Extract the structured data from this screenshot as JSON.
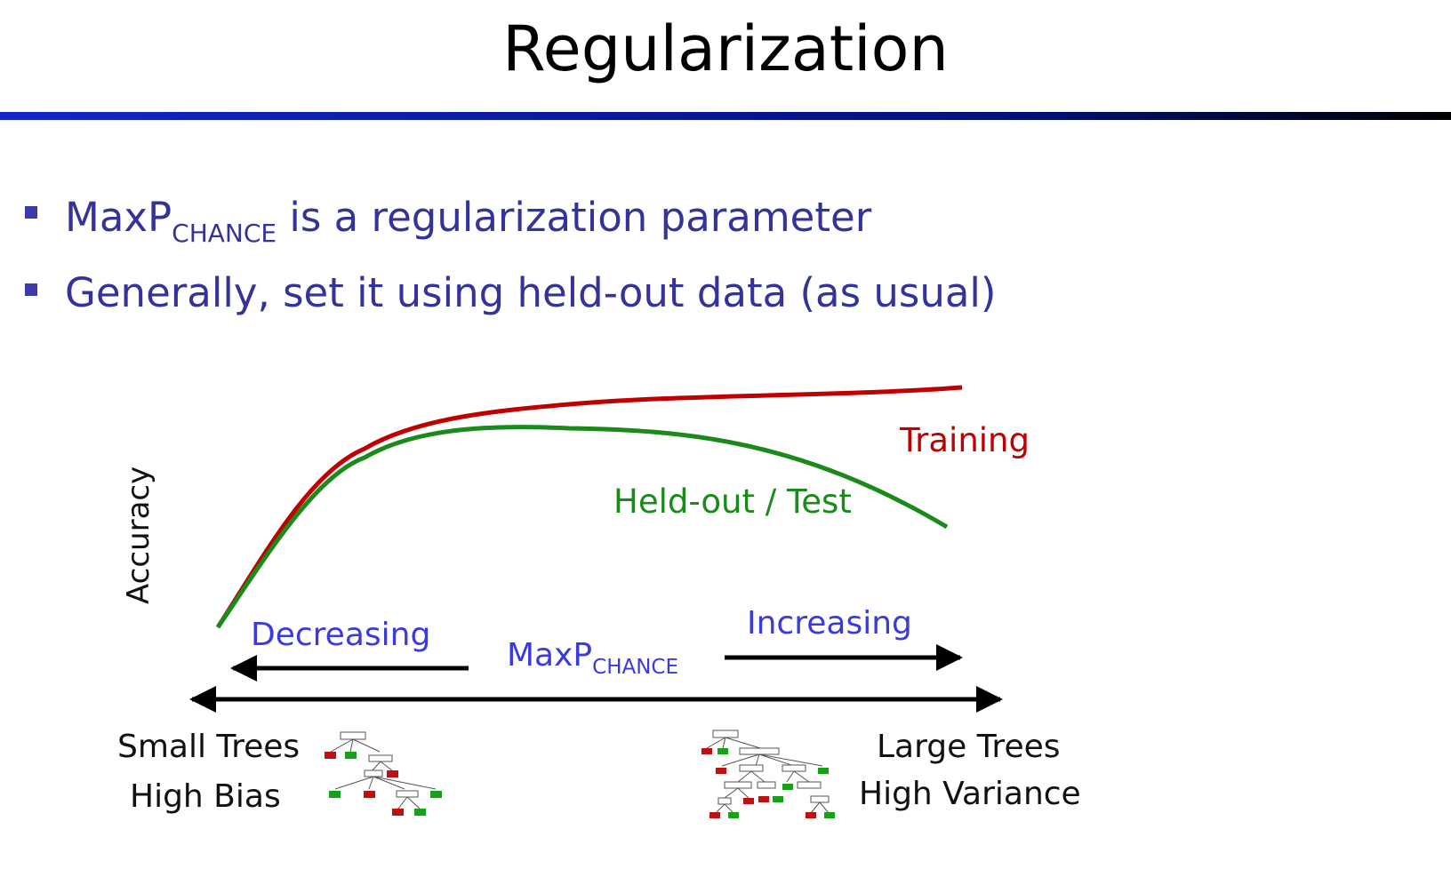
{
  "title": "Regularization",
  "bullets": [
    {
      "main": "MaxP",
      "sub": "CHANCE",
      "rest": " is a regularization parameter"
    },
    {
      "main": "Generally, set it using held-out data (as usual)"
    }
  ],
  "diagram": {
    "y_axis_label": "Accuracy",
    "curve_training_label": "Training",
    "curve_test_label": "Held-out / Test",
    "param_main": "MaxP",
    "param_sub": "CHANCE",
    "left_arrow_label": "Decreasing",
    "right_arrow_label": "Increasing",
    "left_end": {
      "line1": "Small Trees",
      "line2": "High Bias"
    },
    "right_end": {
      "line1": "Large Trees",
      "line2": "High Variance"
    },
    "colors": {
      "training": "#c00000",
      "test": "#1a8a1a",
      "annotation": "#3a3adf",
      "bullets": "#33339a"
    }
  }
}
